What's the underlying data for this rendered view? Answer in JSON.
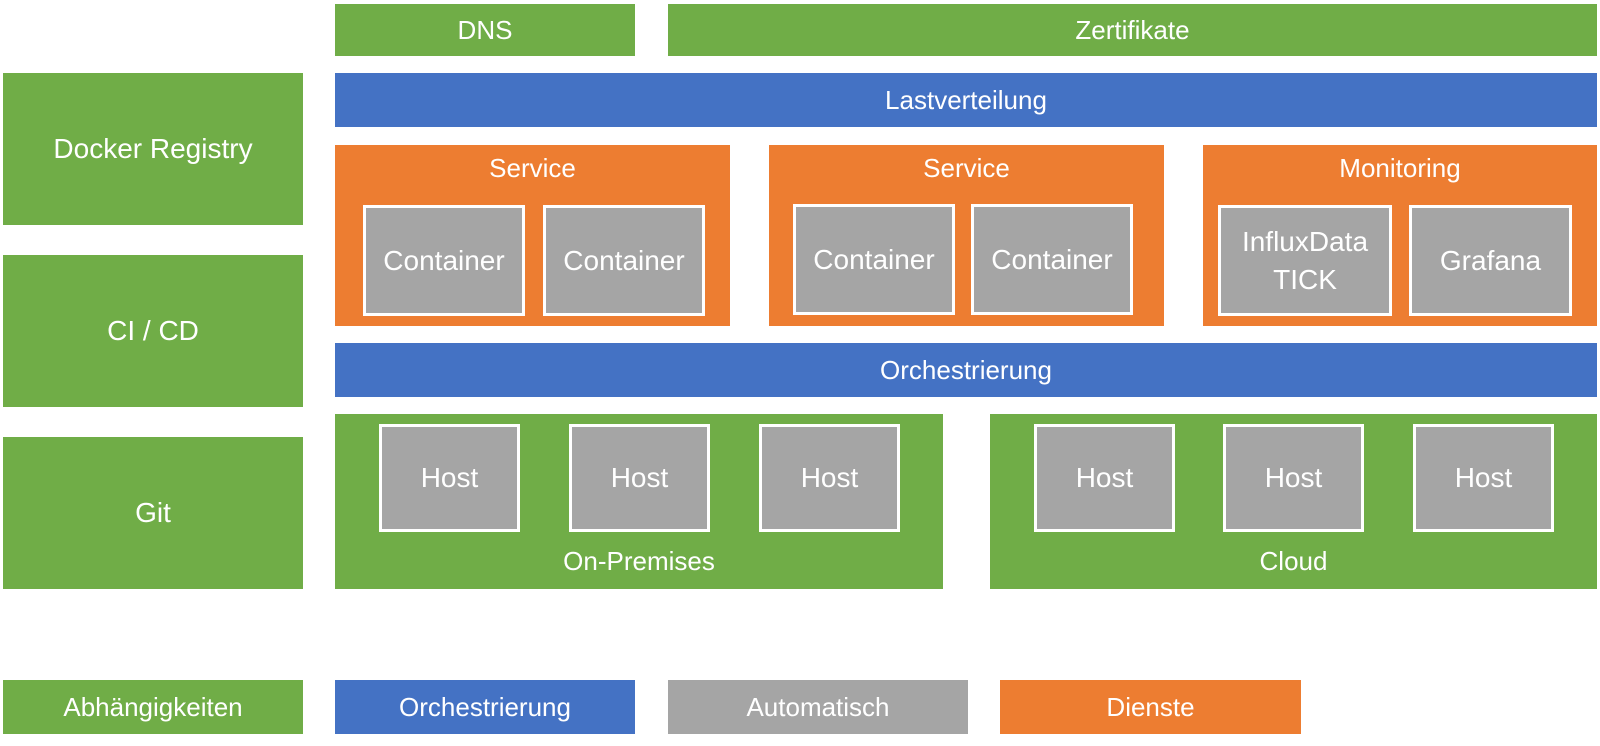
{
  "top": {
    "dns": "DNS",
    "certificates": "Zertifikate"
  },
  "load_balancing": "Lastverteilung",
  "orchestration_bar": "Orchestrierung",
  "left": {
    "registry": "Docker Registry",
    "cicd": "CI / CD",
    "git": "Git"
  },
  "services": [
    {
      "title": "Service",
      "items": [
        "Container",
        "Container"
      ]
    },
    {
      "title": "Service",
      "items": [
        "Container",
        "Container"
      ]
    },
    {
      "title": "Monitoring",
      "items": [
        "InfluxData",
        "TICK",
        "Grafana"
      ]
    }
  ],
  "hosting": [
    {
      "title": "On-Premises",
      "hosts": [
        "Host",
        "Host",
        "Host"
      ]
    },
    {
      "title": "Cloud",
      "hosts": [
        "Host",
        "Host",
        "Host"
      ]
    }
  ],
  "legend": {
    "dependencies": "Abhängigkeiten",
    "orchestration": "Orchestrierung",
    "automatic": "Automatisch",
    "services": "Dienste"
  },
  "colors": {
    "green": "#70ad47",
    "blue": "#4472c4",
    "orange": "#ed7d31",
    "gray": "#a5a5a5"
  }
}
